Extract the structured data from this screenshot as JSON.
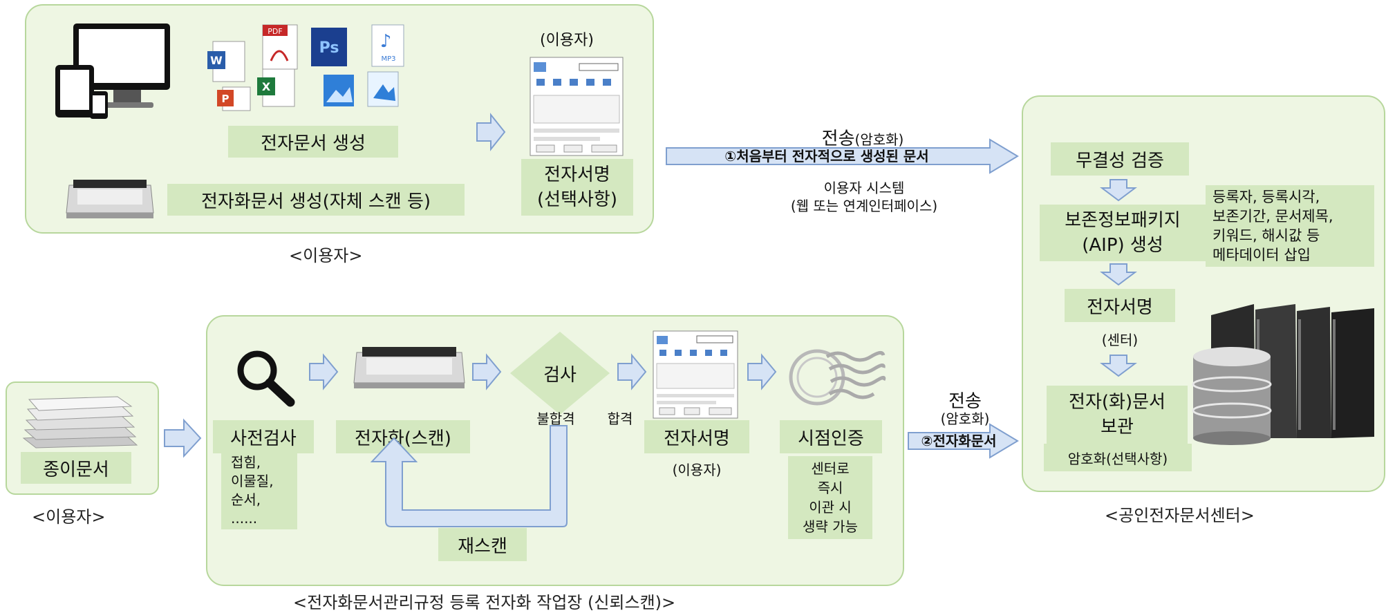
{
  "user_panel": {
    "doc_create": "전자문서 생성",
    "scan_create": "전자화문서 생성(자체 스캔 등)",
    "user_paren": "(이용자)",
    "sign_line1": "전자서명",
    "sign_line2": "(선택사항)",
    "caption": "<이용자>"
  },
  "transfer1": {
    "title": "전송",
    "title_sub": "(암호화)",
    "arrow_label": "①처음부터 전자적으로 생성된 문서",
    "system": "이용자 시스템",
    "system_sub": "(웹 또는 연계인터페이스)"
  },
  "center_panel": {
    "integrity": "무결성 검증",
    "aip_line1": "보존정보패키지",
    "aip_line2": "(AIP) 생성",
    "meta_lines": [
      "등록자, 등록시각,",
      "보존기간, 문서제목,",
      "키워드, 해시값 등",
      "메타데이터 삽입"
    ],
    "sign": "전자서명",
    "sign_sub": "(센터)",
    "store_line1": "전자(화)문서",
    "store_line2": "보관",
    "encrypt": "암호화(선택사항)",
    "caption": "<공인전자문서센터>"
  },
  "paper": {
    "label": "종이문서",
    "caption": "<이용자>"
  },
  "workshop": {
    "precheck": "사전검사",
    "precheck_items": [
      "접힘,",
      "이물질,",
      "순서,",
      "......"
    ],
    "scan": "전자화(스캔)",
    "inspect": "검사",
    "fail": "불합격",
    "pass": "합격",
    "sign": "전자서명",
    "sign_sub": "(이용자)",
    "timestamp": "시점인증",
    "timestamp_note": [
      "센터로",
      "즉시",
      "이관 시",
      "생략 가능"
    ],
    "rescan": "재스캔",
    "caption": "<전자화문서관리규정 등록 전자화 작업장 (신뢰스캔)>"
  },
  "transfer2": {
    "title": "전송",
    "title_sub": "(암호화)",
    "arrow_label": "②전자화문서"
  },
  "file_icons": [
    "PDF",
    "Ps",
    "W",
    "X",
    "P",
    "MP3"
  ],
  "colors": {
    "panel_fill": "#eef6e3",
    "panel_border": "#b7d79c",
    "label_fill": "#d4e8c0",
    "arrow_fill": "#d6e3f5",
    "arrow_border": "#7f9fcf"
  }
}
